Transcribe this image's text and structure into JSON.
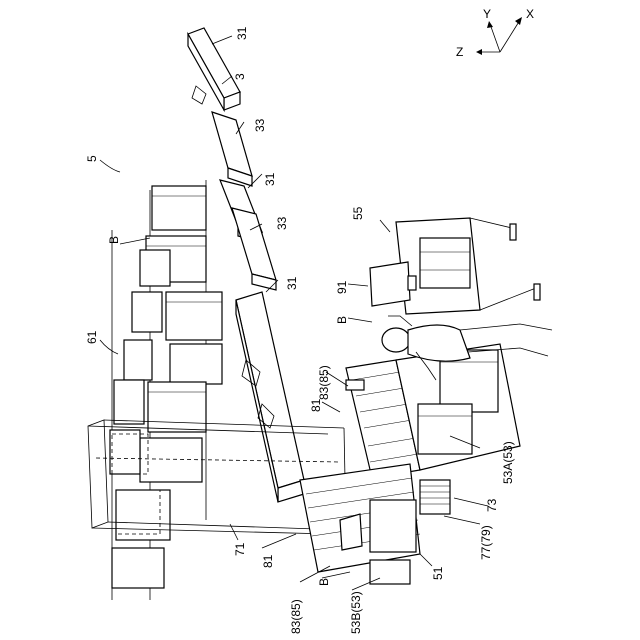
{
  "axes": {
    "x": "X",
    "y": "Y",
    "z": "Z"
  },
  "labels": {
    "l31a": "31",
    "l3": "3",
    "l33a": "33",
    "l5": "5",
    "l31b": "31",
    "l33b": "33",
    "l55": "55",
    "lBa": "B",
    "l31c": "31",
    "l61": "61",
    "l91": "91",
    "lBb": "B",
    "l8385a": "83(85)",
    "l81a": "81",
    "l53A": "53A(53)",
    "l73": "73",
    "l7779": "77(79)",
    "l71": "71",
    "l81b": "81",
    "l51": "51",
    "lBc": "B",
    "l8385b": "83(85)",
    "l53B": "53B(53)"
  }
}
